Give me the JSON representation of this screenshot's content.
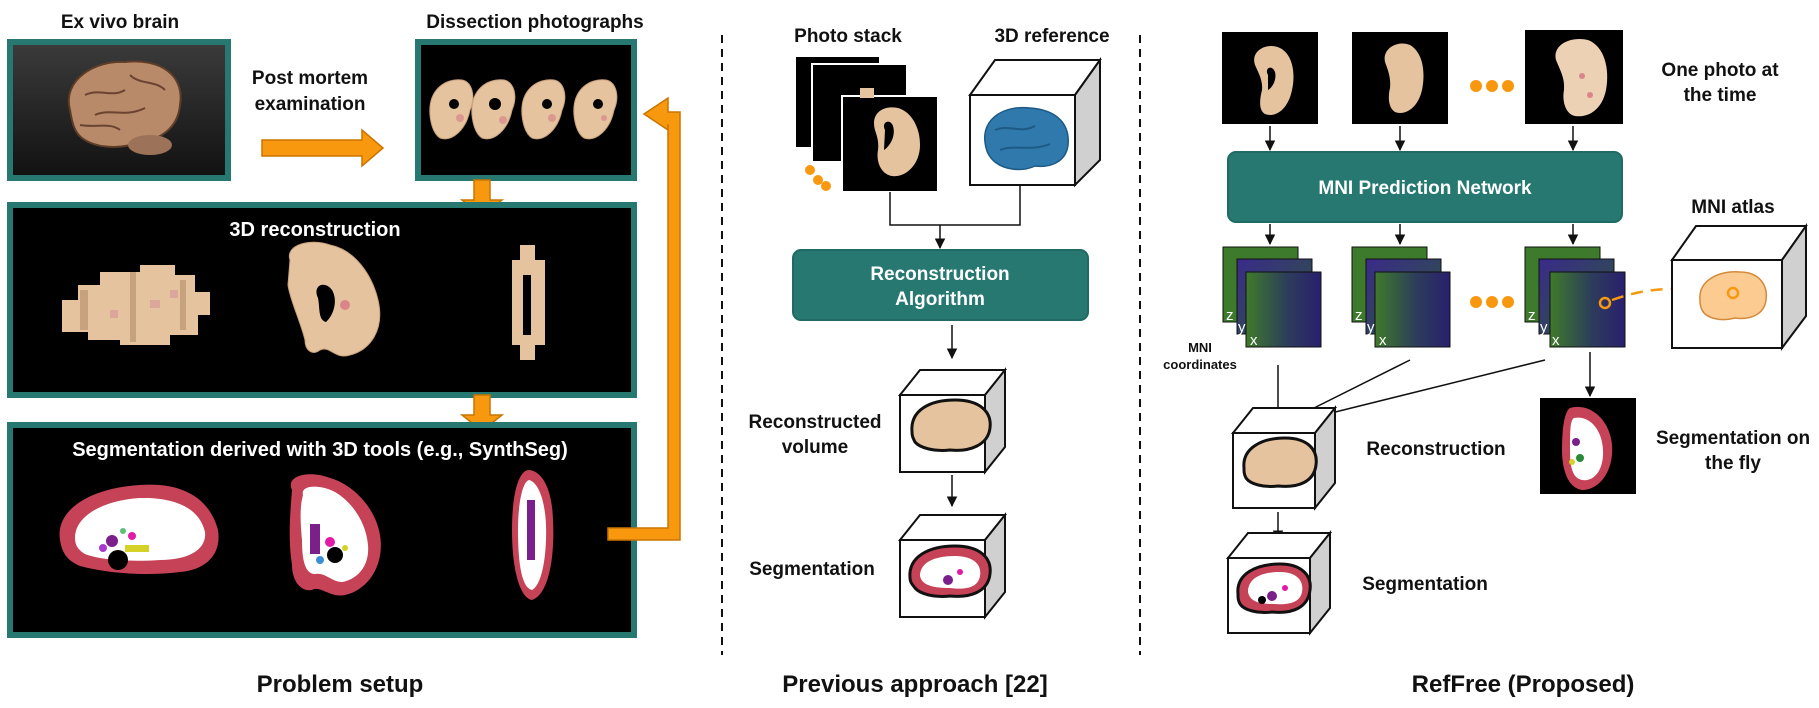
{
  "colors": {
    "teal": "#267870",
    "teal_border": "#1f6b63",
    "orange": "#f7980f",
    "orange_stroke": "#c97500",
    "tissue": "#e5c39e",
    "wm": "#ffffff",
    "gm": "#c64257",
    "brain_blue": "#2f79ac",
    "atlas_orange": "#fbcb92"
  },
  "panels": {
    "problem": {
      "caption": "Problem setup",
      "ex_vivo_label": "Ex vivo brain",
      "dissection_label": "Dissection photographs",
      "postmortem_label_1": "Post mortem",
      "postmortem_label_2": "examination",
      "recon_title": "3D reconstruction",
      "seg_title": "Segmentation derived with 3D tools (e.g., SynthSeg)"
    },
    "previous": {
      "caption": "Previous approach [22]",
      "photo_stack_label": "Photo stack",
      "reference_label": "3D reference",
      "algo_line_1": "Reconstruction",
      "algo_line_2": "Algorithm",
      "recon_volume_1": "Reconstructed",
      "recon_volume_2": "volume",
      "segmentation_label": "Segmentation"
    },
    "refree": {
      "caption": "RefFree (Proposed)",
      "one_photo_1": "One photo at",
      "one_photo_2": "the time",
      "network_label": "MNI Prediction Network",
      "atlas_label": "MNI atlas",
      "mni_coords_1": "MNI",
      "mni_coords_2": "coordinates",
      "axis_z": "z",
      "axis_y": "y",
      "axis_x": "x",
      "reconstruction_label": "Reconstruction",
      "seg_fly_1": "Segmentation on",
      "seg_fly_2": "the fly",
      "segmentation_label": "Segmentation"
    }
  },
  "icons": {
    "ellipsis": "dots-icon",
    "brain": "brain-icon",
    "cube": "cube-icon"
  }
}
